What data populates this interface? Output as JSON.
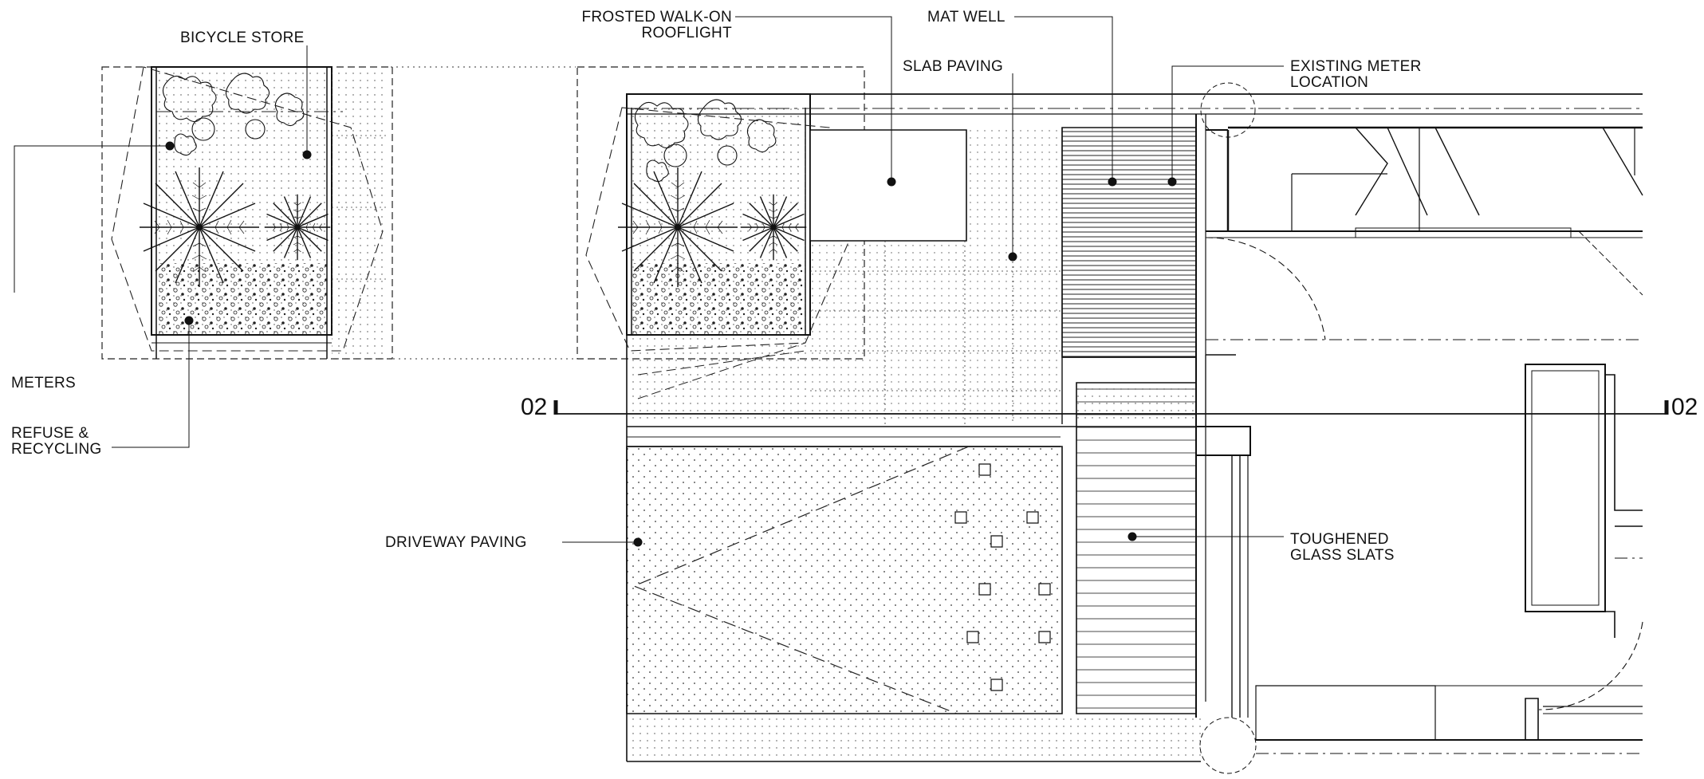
{
  "labels": {
    "bicycle_store": "BICYCLE STORE",
    "meters": "METERS",
    "refuse_line1": "REFUSE &",
    "refuse_line2": "RECYCLING",
    "frosted_line1": "FROSTED WALK-ON",
    "frosted_line2": "ROOFLIGHT",
    "mat_well": "MAT WELL",
    "slab_paving": "SLAB PAVING",
    "meter_line1": "EXISTING METER",
    "meter_line2": "LOCATION",
    "driveway_paving": "DRIVEWAY PAVING",
    "glass_line1": "TOUGHENED",
    "glass_line2": "GLASS SLATS"
  },
  "section_markers": {
    "left": "02",
    "right": "02"
  },
  "colors": {
    "ink": "#111111",
    "background": "#ffffff"
  },
  "icons": [
    "planter-vegetation-icon",
    "palm-tree-icon",
    "leader-dot-icon"
  ]
}
